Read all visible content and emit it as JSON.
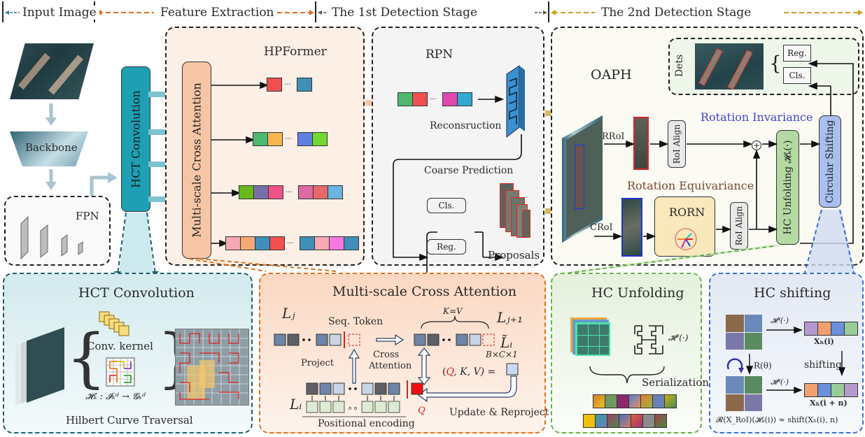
{
  "stages": {
    "input_image": "Input Image",
    "feature_extraction": "Feature Extraction",
    "first_detection": "The 1st Detection Stage",
    "second_detection": "The 2nd Detection Stage"
  },
  "colors": {
    "input_stage": "#2e7fa0",
    "feature_stage": "#e07020",
    "first_stage": "#555555",
    "second_stage": "#c9a020",
    "hct_bar": "#1e9fb4",
    "mca_bar": "#f5c5a5",
    "hc_unfolding_bar": "#b5d9a3",
    "circular_shifting_bar": "#a8bff0",
    "rorn_box": "#f8e8bb",
    "rotation_invariance": "#4444cc",
    "rotation_equivariance": "#7a4a30"
  },
  "input": {
    "backbone_label": "Backbone",
    "fpn_label": "FPN"
  },
  "hct_bar_label": "HCT Convolution",
  "hpformer": {
    "title": "HPFormer",
    "mca_label": "Multi-scale Cross Attention",
    "rows": [
      {
        "left": [
          "#f25050"
        ],
        "right": [
          "#3f8fb8"
        ]
      },
      {
        "left": [
          "#4fb870",
          "#f7b550"
        ],
        "right": [
          "#6080e0",
          "#70d830"
        ]
      },
      {
        "left": [
          "#68b820",
          "#7a70a8",
          "#f25088"
        ],
        "right": [
          "#dd6aa0",
          "#e86868",
          "#6ab5e0"
        ]
      },
      {
        "left": [
          "#f7a8b0",
          "#f7a878",
          "#3f8fb8",
          "#f25050"
        ],
        "right": [
          "#3f8fb8",
          "#f7a8b0",
          "#f578e0",
          "#3f8fb8"
        ]
      }
    ],
    "ellipsis": "..."
  },
  "rpn": {
    "title": "RPN",
    "tokens_left": [
      "#4fb870",
      "#f25050"
    ],
    "tokens_right": [
      "#e048b0",
      "#30a8d0"
    ],
    "reconstruction_label": "Reconsruction",
    "coarse_prediction_label": "Coarse Prediction",
    "cls_label": "Cls.",
    "reg_label": "Reg.",
    "proposals_label": "Proposals"
  },
  "oaph": {
    "title": "OAPH",
    "dets_label": "Dets",
    "reg_label": "Reg.",
    "cls_label": "Cls.",
    "rroi_label": "RRoI",
    "croi_label": "CRoI",
    "roi_align_label": "RoI Align",
    "rotation_invariance_label": "Rotation Invariance",
    "rotation_equivariance_label": "Rotation Equivariance",
    "rorn_label": "RORN",
    "hc_unfolding_label": "HC Unfolding 𝓗ₖ(·)",
    "circular_shifting_label": "Circular Shifting",
    "plus_symbol": "+"
  },
  "hct_detail": {
    "title": "HCT Convolution",
    "conv_kernel_label": "Conv.  kernel",
    "formula": "𝓗ₖ : 𝓘ₖᵈ → 𝓖ₖᵈ",
    "footer": "Hilbert Curve  Traversal"
  },
  "mca_detail": {
    "title": "Multi-scale Cross Attention",
    "lj_label": "Lⱼ",
    "lj1_label": "Lⱼ₊₁",
    "li_tilde_label": "L̃ᵢ",
    "li_label": "Lᵢ",
    "seq_token_label": "Seq. Token",
    "kv_label": "K=V",
    "project_label": "Project",
    "cross_attention_label_1": "Cross",
    "cross_attention_label_2": "Attention",
    "bcl_label": "B×C×1",
    "qkv_q": "Q",
    "qkv_rest": ", K, V) =",
    "qkv_open": "(",
    "q_label": "Q",
    "update_label": "Update & Reproject",
    "positional_label": "Positional encoding"
  },
  "hc_unfolding_detail": {
    "title": "HC  Unfolding",
    "hk_label": "𝓗ᵏ(·)",
    "serialization_label": "Serialization"
  },
  "hc_shifting_detail": {
    "title": "HC  shifting",
    "hk_top": "𝓗ᵏ(·)",
    "hk_bottom": "𝓗ᵏ(·)",
    "xh_i": "Xₕ(i)",
    "xh_in": "Xₕ(i + n)",
    "rotation": "R(θ)",
    "shifting": "shifting",
    "equation": "𝓡(X_RoI)(𝓗ₖ(i)) ≈ shift(Xₕ(i), n)",
    "tokens_top": [
      "#b59ad0",
      "#f0a070",
      "#6b8fd8",
      "#98cc98"
    ],
    "tokens_bottom": [
      "#f0a070",
      "#6b8fd8",
      "#98cc98",
      "#b59ad0"
    ]
  }
}
